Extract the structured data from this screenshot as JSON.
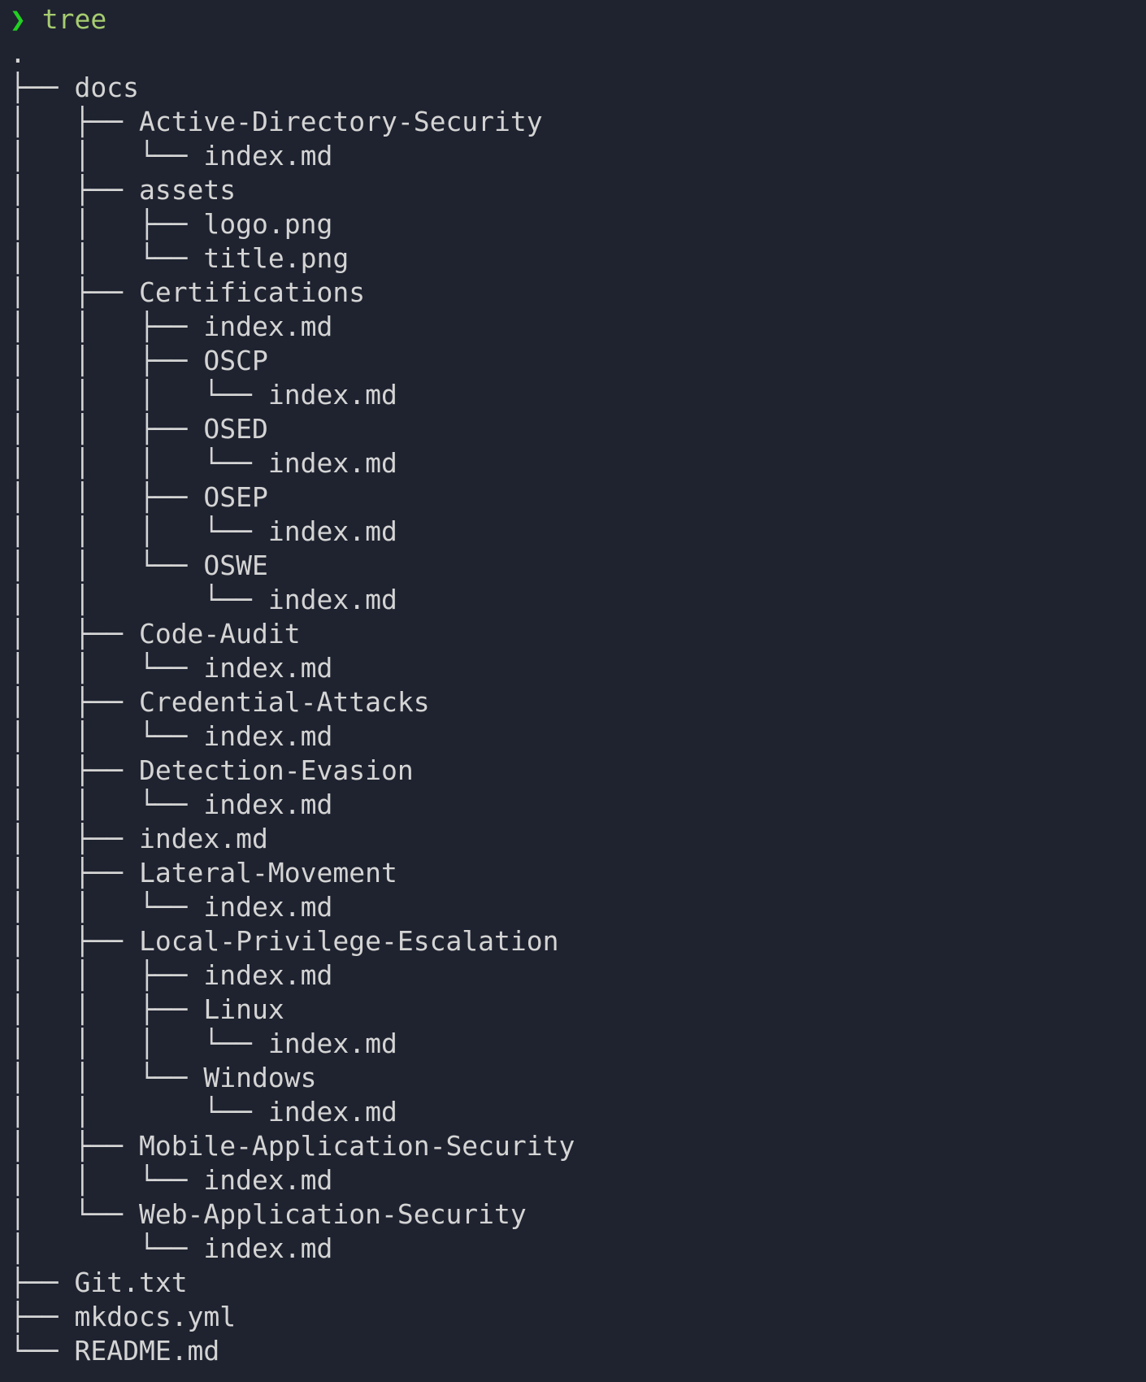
{
  "prompt": {
    "symbol": "❯",
    "command": "tree"
  },
  "colors": {
    "background": "#1f2330",
    "text": "#d4d4d4",
    "prompt": "#22d022",
    "command": "#a6cc70"
  },
  "tree": [
    {
      "prefix": "",
      "name": "."
    },
    {
      "prefix": "├── ",
      "name": "docs"
    },
    {
      "prefix": "│   ├── ",
      "name": "Active-Directory-Security"
    },
    {
      "prefix": "│   │   └── ",
      "name": "index.md"
    },
    {
      "prefix": "│   ├── ",
      "name": "assets"
    },
    {
      "prefix": "│   │   ├── ",
      "name": "logo.png"
    },
    {
      "prefix": "│   │   └── ",
      "name": "title.png"
    },
    {
      "prefix": "│   ├── ",
      "name": "Certifications"
    },
    {
      "prefix": "│   │   ├── ",
      "name": "index.md"
    },
    {
      "prefix": "│   │   ├── ",
      "name": "OSCP"
    },
    {
      "prefix": "│   │   │   └── ",
      "name": "index.md"
    },
    {
      "prefix": "│   │   ├── ",
      "name": "OSED"
    },
    {
      "prefix": "│   │   │   └── ",
      "name": "index.md"
    },
    {
      "prefix": "│   │   ├── ",
      "name": "OSEP"
    },
    {
      "prefix": "│   │   │   └── ",
      "name": "index.md"
    },
    {
      "prefix": "│   │   └── ",
      "name": "OSWE"
    },
    {
      "prefix": "│   │       └── ",
      "name": "index.md"
    },
    {
      "prefix": "│   ├── ",
      "name": "Code-Audit"
    },
    {
      "prefix": "│   │   └── ",
      "name": "index.md"
    },
    {
      "prefix": "│   ├── ",
      "name": "Credential-Attacks"
    },
    {
      "prefix": "│   │   └── ",
      "name": "index.md"
    },
    {
      "prefix": "│   ├── ",
      "name": "Detection-Evasion"
    },
    {
      "prefix": "│   │   └── ",
      "name": "index.md"
    },
    {
      "prefix": "│   ├── ",
      "name": "index.md"
    },
    {
      "prefix": "│   ├── ",
      "name": "Lateral-Movement"
    },
    {
      "prefix": "│   │   └── ",
      "name": "index.md"
    },
    {
      "prefix": "│   ├── ",
      "name": "Local-Privilege-Escalation"
    },
    {
      "prefix": "│   │   ├── ",
      "name": "index.md"
    },
    {
      "prefix": "│   │   ├── ",
      "name": "Linux"
    },
    {
      "prefix": "│   │   │   └── ",
      "name": "index.md"
    },
    {
      "prefix": "│   │   └── ",
      "name": "Windows"
    },
    {
      "prefix": "│   │       └── ",
      "name": "index.md"
    },
    {
      "prefix": "│   ├── ",
      "name": "Mobile-Application-Security"
    },
    {
      "prefix": "│   │   └── ",
      "name": "index.md"
    },
    {
      "prefix": "│   └── ",
      "name": "Web-Application-Security"
    },
    {
      "prefix": "│       └── ",
      "name": "index.md"
    },
    {
      "prefix": "├── ",
      "name": "Git.txt"
    },
    {
      "prefix": "├── ",
      "name": "mkdocs.yml"
    },
    {
      "prefix": "└── ",
      "name": "README.md"
    }
  ]
}
